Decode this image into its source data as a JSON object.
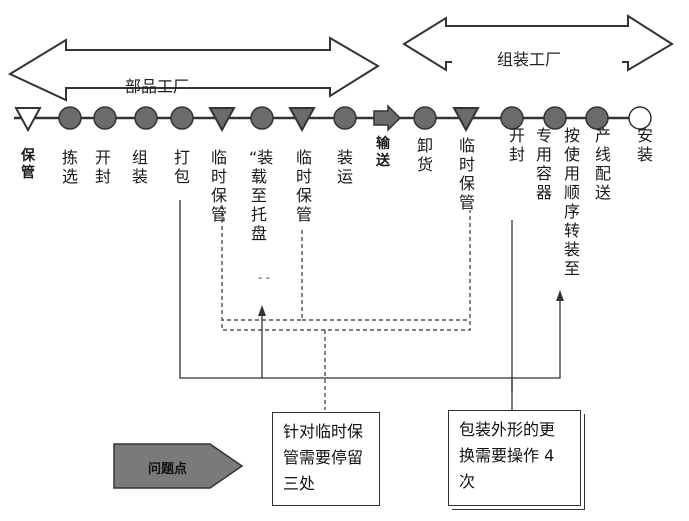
{
  "factories": {
    "parts": "部品工厂",
    "assembly": "组装工厂"
  },
  "steps": [
    {
      "label": "保管",
      "shape": "triangle-open",
      "bold": true
    },
    {
      "label": "拣选",
      "shape": "circle"
    },
    {
      "label": "开封",
      "shape": "circle"
    },
    {
      "label": "组装",
      "shape": "circle"
    },
    {
      "label": "打包",
      "shape": "circle"
    },
    {
      "label": "临时保管",
      "shape": "triangle"
    },
    {
      "label": "“装载至托盘",
      "shape": "circle"
    },
    {
      "label": "临时保管",
      "shape": "triangle"
    },
    {
      "label": "装运",
      "shape": "circle"
    },
    {
      "label": "输送",
      "shape": "arrow",
      "bold": true
    },
    {
      "label": "卸货",
      "shape": "circle"
    },
    {
      "label": "临时保管",
      "shape": "triangle"
    },
    {
      "label": "开封",
      "shape": "circle"
    },
    {
      "label": "专用容器",
      "shape": "circle"
    },
    {
      "label": "按使用顺序转装至",
      "shape": "circle"
    },
    {
      "label": "产线配送",
      "shape": "circle"
    },
    {
      "label": "安装",
      "shape": "circle-open"
    }
  ],
  "problem_tag": "问题点",
  "notes": {
    "storage": "针对临时保管需要停留三处",
    "packaging": "包装外形的更换需要操作 4 次"
  },
  "stray_mark": "- -",
  "colors": {
    "node_fill": "#6b6b6b",
    "tag_fill": "#7a7a7a",
    "line": "#333333"
  }
}
